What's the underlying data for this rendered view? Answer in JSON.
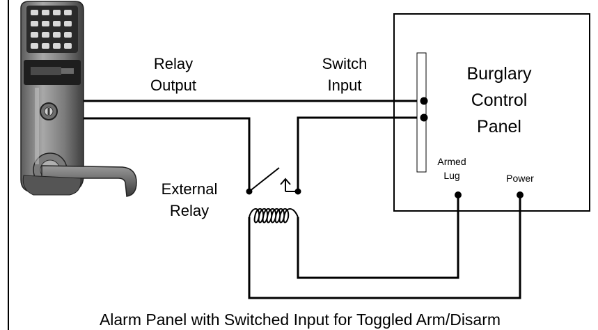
{
  "labels": {
    "relay_output_line1": "Relay",
    "relay_output_line2": "Output",
    "switch_input_line1": "Switch",
    "switch_input_line2": "Input",
    "panel_line1": "Burglary",
    "panel_line2": "Control",
    "panel_line3": "Panel",
    "armed_lug_line1": "Armed",
    "armed_lug_line2": "Lug",
    "power": "Power",
    "external_relay_line1": "External",
    "external_relay_line2": "Relay"
  },
  "caption": "Alarm Panel with Switched Input for Toggled Arm/Disarm",
  "colors": {
    "line": "#000000",
    "lock_body": "#8c8c8c",
    "lock_dark": "#1e1e1e"
  },
  "icons": {
    "lock": "keypad-lever-lock-icon",
    "relay_switch": "relay-switch-icon",
    "relay_coil": "relay-coil-icon"
  }
}
